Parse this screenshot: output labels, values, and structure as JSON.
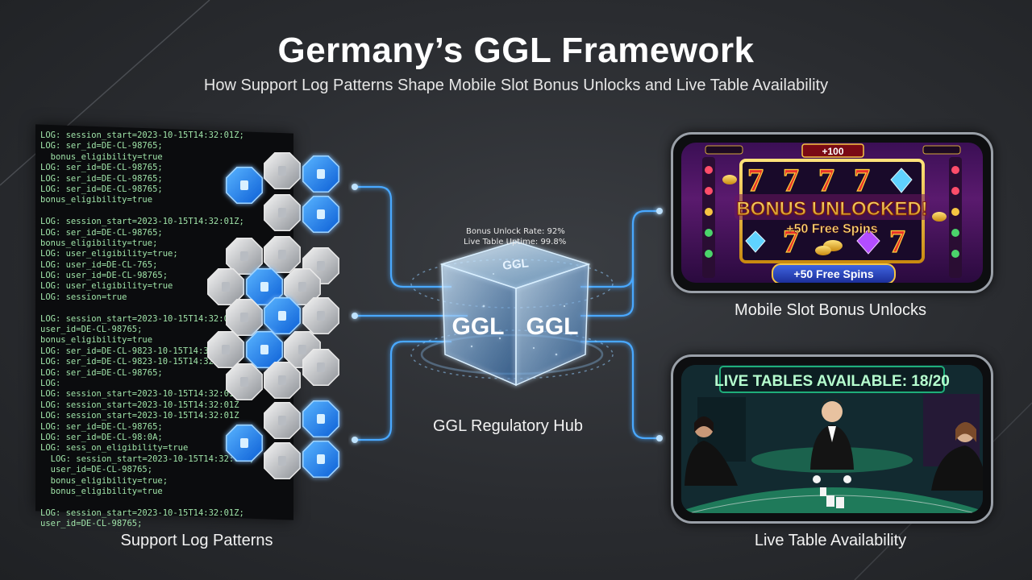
{
  "header": {
    "title": "Germany’s GGL Framework",
    "subtitle": "How Support Log Patterns Shape Mobile Slot Bonus Unlocks and Live Table Availability"
  },
  "log_panel": {
    "label": "Support Log Patterns",
    "lines": [
      "LOG: session_start=2023-10-15T14:32:01Z;",
      "LOG: ser_id=DE-CL-98765;",
      "  bonus_eligibility=true",
      "LOG: ser_id=DE-CL-98765;",
      "LOG: ser_id=DE-CL-98765;",
      "LOG: ser_id=DE-CL-98765;",
      "bonus_eligibility=true",
      "",
      "LOG: session_start=2023-10-15T14:32:01Z;",
      "LOG: ser_id=DE-CL-98765;",
      "bonus_eligibility=true;",
      "LOG: user_eligibility=true;",
      "LOG: user_id=DE-CL-765;",
      "LOG: user_id=DE-CL-98765;",
      "LOG: user_eligibility=true",
      "LOG: session=true",
      "",
      "LOG: session_start=2023-10-15T14:32:01Z",
      "user_id=DE-CL-98765;",
      "bonus_eligibility=true",
      "LOG: ser_id=DE-CL-9823-10-15T14:32:01Z;",
      "LOG: ser_id=DE-CL-9823-10-15T14:32:01Z;",
      "LOG: ser_id=DE-CL-98765;",
      "LOG:",
      "LOG: session_start=2023-10-15T14:32:01Z",
      "LOG: session_start=2023-10-15T14:32:01Z",
      "LOG: session_start=2023-10-15T14:32:01Z",
      "LOG: ser_id=DE-CL-98765;",
      "LOG: ser_id=DE-CL-98:0A;",
      "LOG: sess_on_eligibility=true",
      "  LOG: session_start=2023-10-15T14:32:01Z;",
      "  user_id=DE-CL-98765;",
      "  bonus_eligibility=true;",
      "  bonus_eligibility=true",
      "",
      "LOG: session_start=2023-10-15T14:32:01Z;",
      "user_id=DE-CL-98765;"
    ]
  },
  "hub": {
    "label": "GGL Regulatory Hub",
    "cube_text_top": "GGL",
    "cube_text_left": "GGL",
    "cube_text_right": "GGL",
    "stat_bonus": "Bonus Unlock Rate: 92%",
    "stat_live": "Live Table Uptime: 99.8%"
  },
  "slot_phone": {
    "label": "Mobile Slot Bonus Unlocks",
    "jackpot": "+100",
    "banner": "BONUS UNLOCKED!",
    "spins": "+50 Free Spins",
    "button": "+50 Free Spins"
  },
  "table_phone": {
    "label": "Live Table Availability",
    "banner": "LIVE TABLES AVAILABLE: 18/20"
  },
  "colors": {
    "accent_blue": "#1e8bff",
    "glow": "#5ab8ff",
    "log_green": "#9fe3a8",
    "gold": "#f5c542",
    "felt": "#1f7a5a"
  }
}
